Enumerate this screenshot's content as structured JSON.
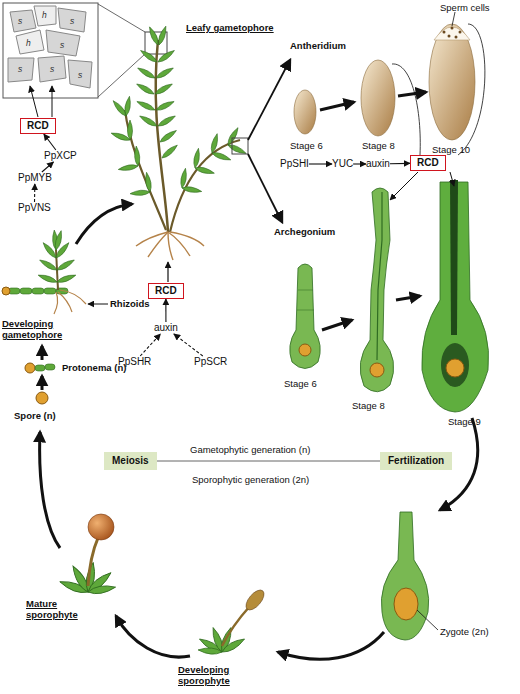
{
  "diagram": {
    "nodes": [
      {
        "text": [
          "RCD"
        ]
      },
      {
        "text": [
          "PpXCP"
        ]
      },
      {
        "text": [
          "PpMYB"
        ]
      },
      {
        "text": [
          "PpVNS"
        ]
      },
      {
        "text": [
          "PpSHI"
        ]
      },
      {
        "text": [
          "YUC"
        ]
      },
      {
        "text": [
          "auxin"
        ]
      },
      {
        "text": [
          "RCD"
        ]
      },
      {
        "text": [
          "RCD"
        ]
      },
      {
        "text": [
          "auxin"
        ]
      },
      {
        "text": [
          "PpSHR"
        ]
      },
      {
        "text": [
          "PpSCR"
        ]
      },
      {
        "text": [
          "Meiosis"
        ]
      },
      {
        "text": [
          "Fertilization"
        ]
      }
    ],
    "edges": [
      {
        "from": 1,
        "to": 0,
        "arrow": "to"
      },
      {
        "from": 2,
        "to": 1,
        "arrow": "to"
      },
      {
        "from": 3,
        "to": 2,
        "arrow": "to"
      },
      {
        "from": 4,
        "to": 5,
        "arrow": "to"
      },
      {
        "from": 5,
        "to": 6,
        "arrow": "to"
      },
      {
        "from": 6,
        "to": 7,
        "arrow": "to"
      },
      {
        "from": 9,
        "to": 8,
        "arrow": "to"
      },
      {
        "from": 10,
        "to": 9,
        "arrow": "to"
      },
      {
        "from": 11,
        "to": 9,
        "arrow": "to"
      },
      {
        "from": 12,
        "to": 13,
        "arrow": "none"
      }
    ],
    "labels": [
      "Leafy gametophore",
      "Antheridium",
      "Sperm cells",
      "Stage 6",
      "Stage 8",
      "Stage 10",
      "Archegonium",
      "Stage 6",
      "Stage 8",
      "Stage 9",
      "s",
      "h",
      "s",
      "h",
      "s",
      "s",
      "s",
      "s",
      "Developing gametophore",
      "Rhizoids",
      "Protonema (n)",
      "Spore (n)",
      "Gametophytic generation (n)",
      "Sporophytic generation (2n)",
      "Zygote (2n)",
      "Developing sporophyte",
      "Mature sporophyte"
    ]
  }
}
